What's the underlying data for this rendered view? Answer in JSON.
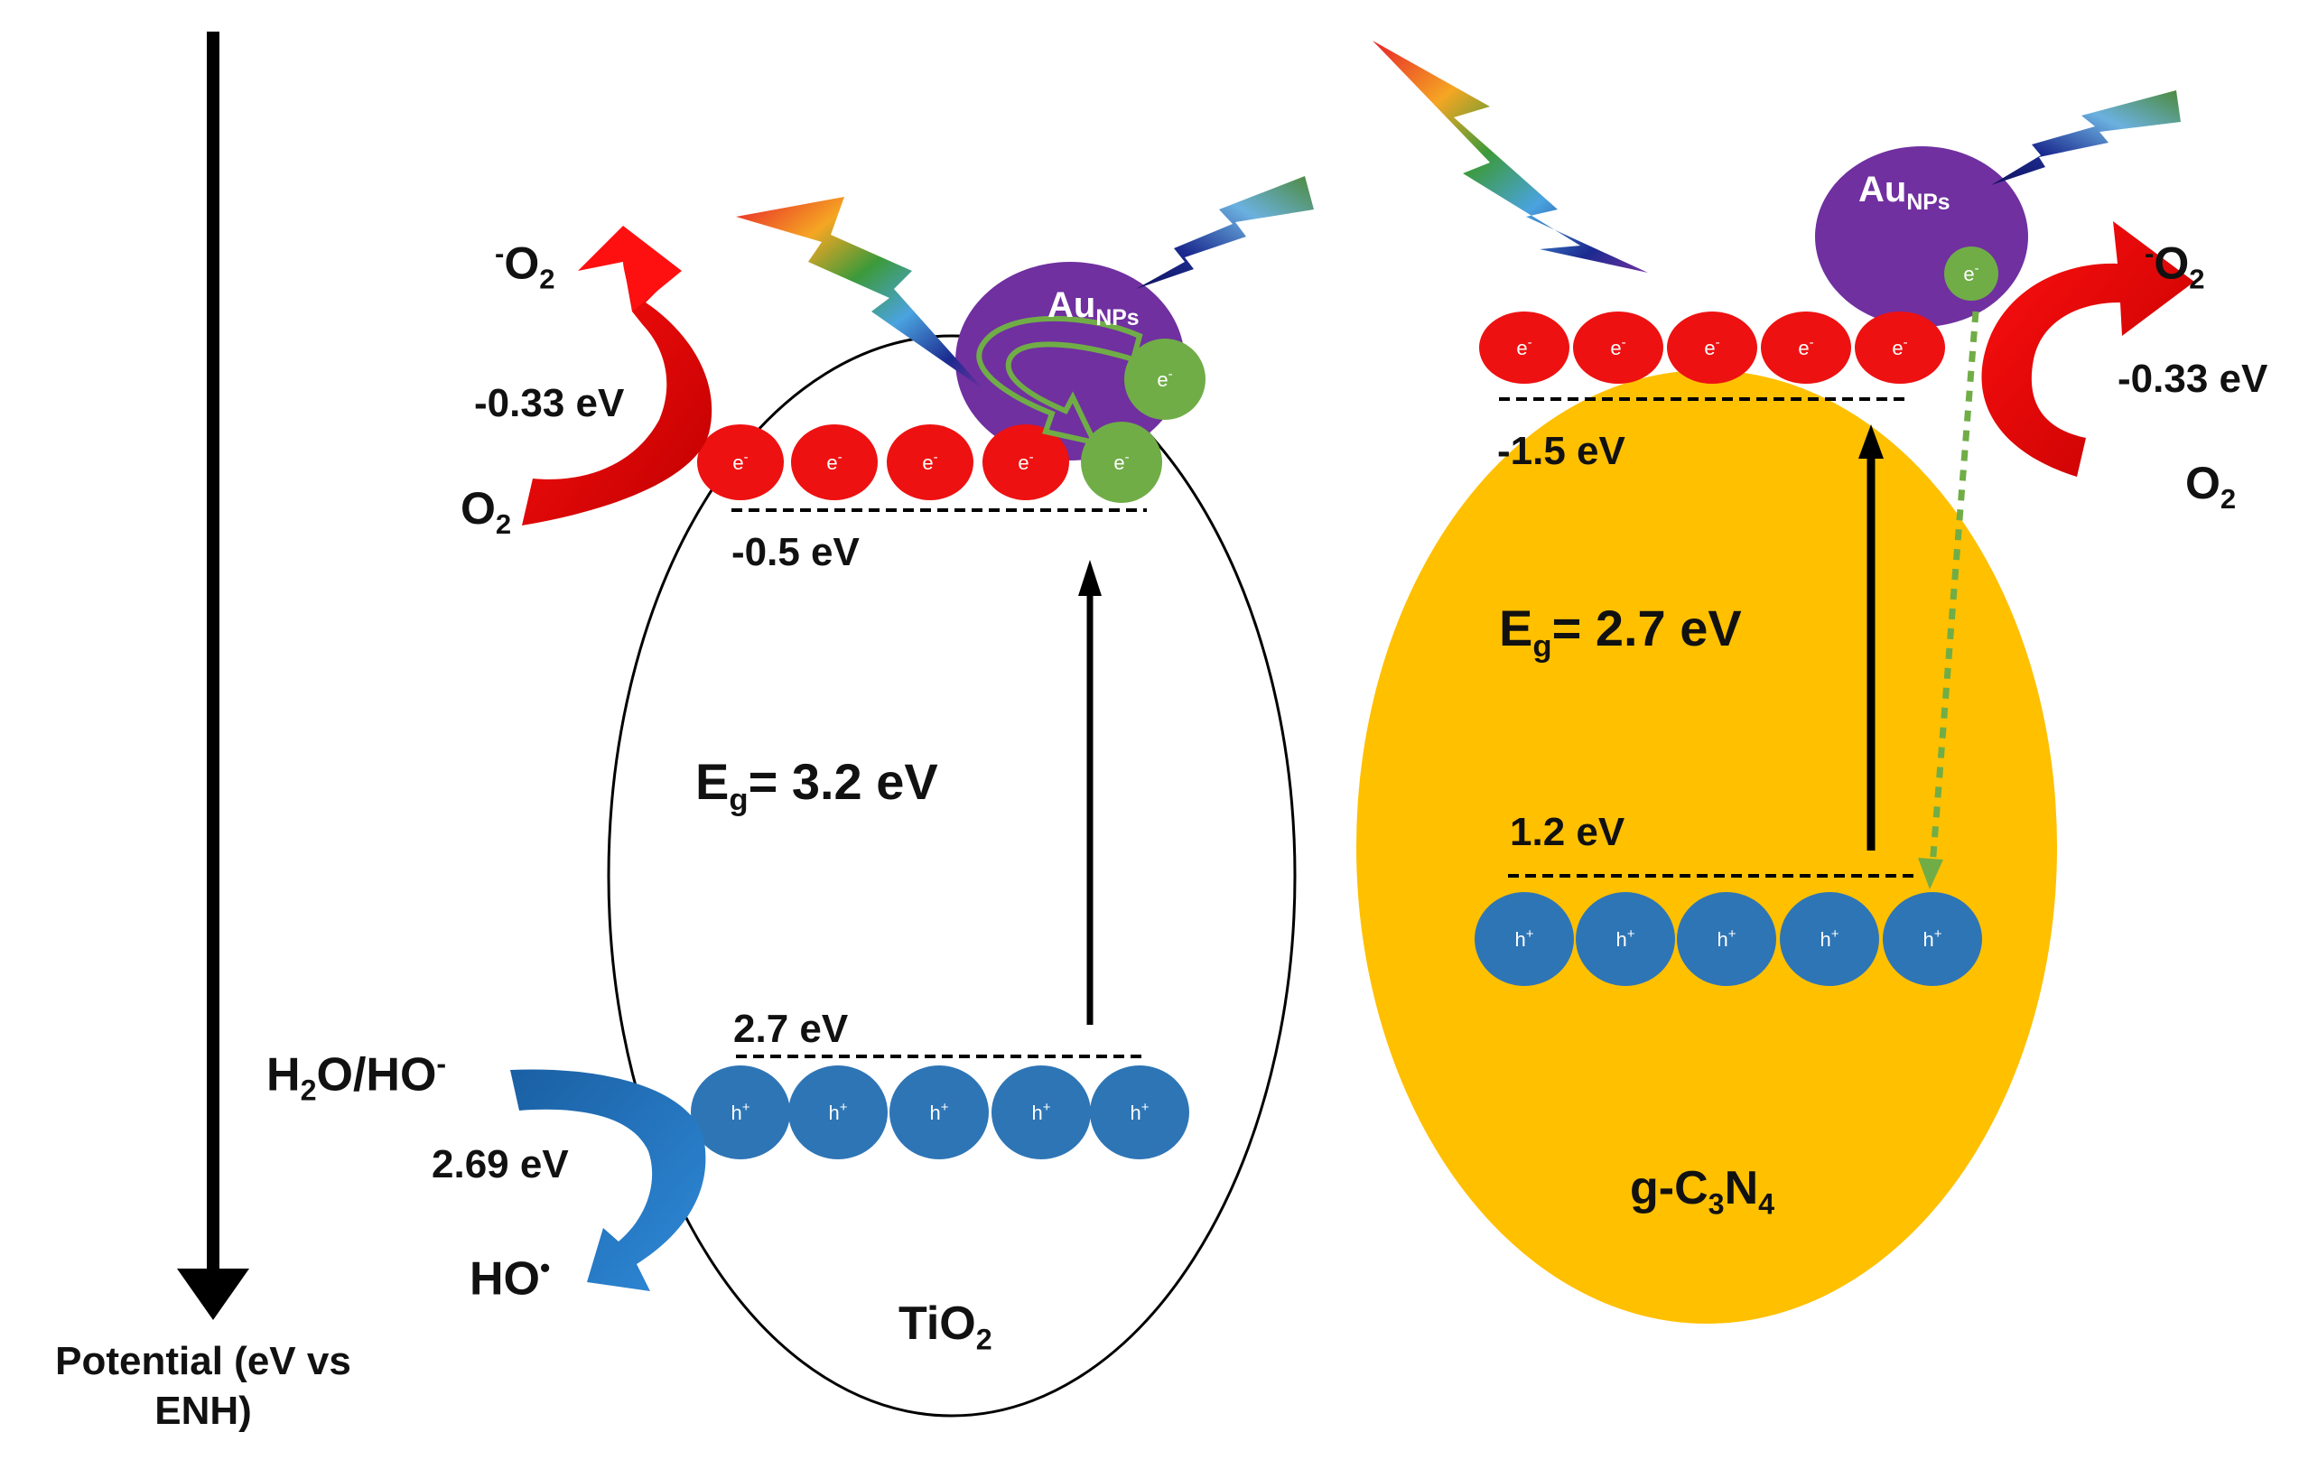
{
  "axis": {
    "label_line1": "Potential (eV vs",
    "label_line2": "ENH)"
  },
  "tio2": {
    "name_main": "TiO",
    "name_sub": "2",
    "band_gap_main": "E",
    "band_gap_sub": "g",
    "band_gap_value": "= 3.2 eV",
    "cb_level": "-0.5 eV",
    "vb_level": "2.7 eV",
    "electron_symbol": "e",
    "hole_symbol": "h",
    "au_main": "Au",
    "au_sub": "NPs",
    "o2_reduction": {
      "reactant_main": "O",
      "reactant_sub": "2",
      "product_sup": "-",
      "product_main": "O",
      "product_sub": "2",
      "potential": "-0.33 eV"
    },
    "water_oxidation": {
      "reactant": "H",
      "reactant_sub": "2",
      "reactant_rest": "O/HO",
      "reactant_sup": "-",
      "product": "HO",
      "product_sup": "•",
      "potential": "2.69 eV"
    }
  },
  "gc3n4": {
    "name_a": "g-C",
    "name_b": "3",
    "name_c": "N",
    "name_d": "4",
    "band_gap_main": "E",
    "band_gap_sub": "g",
    "band_gap_value": "= 2.7 eV",
    "cb_level": "-1.5 eV",
    "vb_level": "1.2 eV",
    "au_main": "Au",
    "au_sub": "NPs",
    "o2_reduction": {
      "reactant_main": "O",
      "reactant_sub": "2",
      "product_sup": "-",
      "product_main": "O",
      "product_sub": "2",
      "potential": "-0.33 eV"
    }
  },
  "colors": {
    "electron": "#ee1111",
    "hole": "#2e75b6",
    "gold_electron": "#70ad47",
    "gold_np": "#7030a0",
    "gc3n4_fill": "#ffc000",
    "red_arrow": "#ff0000",
    "blue_arrow": "#1f6fb8",
    "green_dashed": "#70ad47"
  }
}
